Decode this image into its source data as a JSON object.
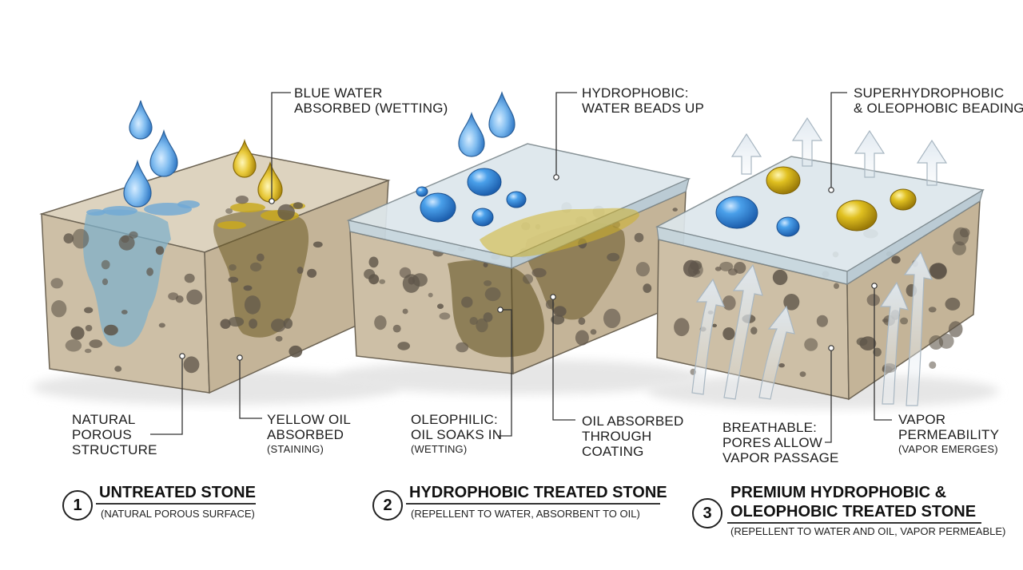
{
  "panels": [
    {
      "number": "1",
      "title_lines": [
        "UNTREATED STONE"
      ],
      "subtitle": "(NATURAL POROUS SURFACE)",
      "callouts": {
        "top": [
          "BLUE WATER",
          "ABSORBED (WETTING)"
        ],
        "bottom_left": [
          "NATURAL",
          "POROUS",
          "STRUCTURE"
        ],
        "bottom_right": [
          "YELLOW OIL",
          "ABSORBED"
        ],
        "bottom_right_note": "(STAINING)"
      }
    },
    {
      "number": "2",
      "title_lines": [
        "HYDROPHOBIC TREATED STONE"
      ],
      "subtitle": "(REPELLENT TO WATER, ABSORBENT TO OIL)",
      "callouts": {
        "top": [
          "HYDROPHOBIC:",
          "WATER BEADS UP"
        ],
        "bottom_left": [
          "OLEOPHILIC:",
          "OIL SOAKS IN"
        ],
        "bottom_left_note": "(WETTING)",
        "bottom_right": [
          "OIL ABSORBED",
          "THROUGH",
          "COATING"
        ]
      }
    },
    {
      "number": "3",
      "title_lines": [
        "PREMIUM HYDROPHOBIC &",
        "OLEOPHOBIC TREATED STONE"
      ],
      "subtitle": "(REPELLENT TO WATER AND OIL, VAPOR PERMEABLE)",
      "callouts": {
        "top": [
          "SUPERHYDROPHOBIC",
          "& OLEOPHOBIC BEADING"
        ],
        "bottom_left": [
          "BREATHABLE:",
          "PORES ALLOW",
          "VAPOR PASSAGE"
        ],
        "bottom_right": [
          "VAPOR",
          "PERMEABILITY"
        ],
        "bottom_right_note": "(VAPOR EMERGES)"
      }
    }
  ],
  "colors": {
    "stone_top": "#d9cfbb",
    "stone_front": "#cdbfa6",
    "stone_side": "#b9aa8f",
    "pore": "#5f564a",
    "water": "#3f8fd8",
    "water_stain": "#7fb0c9",
    "oil": "#d4b21c",
    "oil_stain": "#6b5a22",
    "coating": "#dfe8ec",
    "vapor": "#dde6ee"
  }
}
